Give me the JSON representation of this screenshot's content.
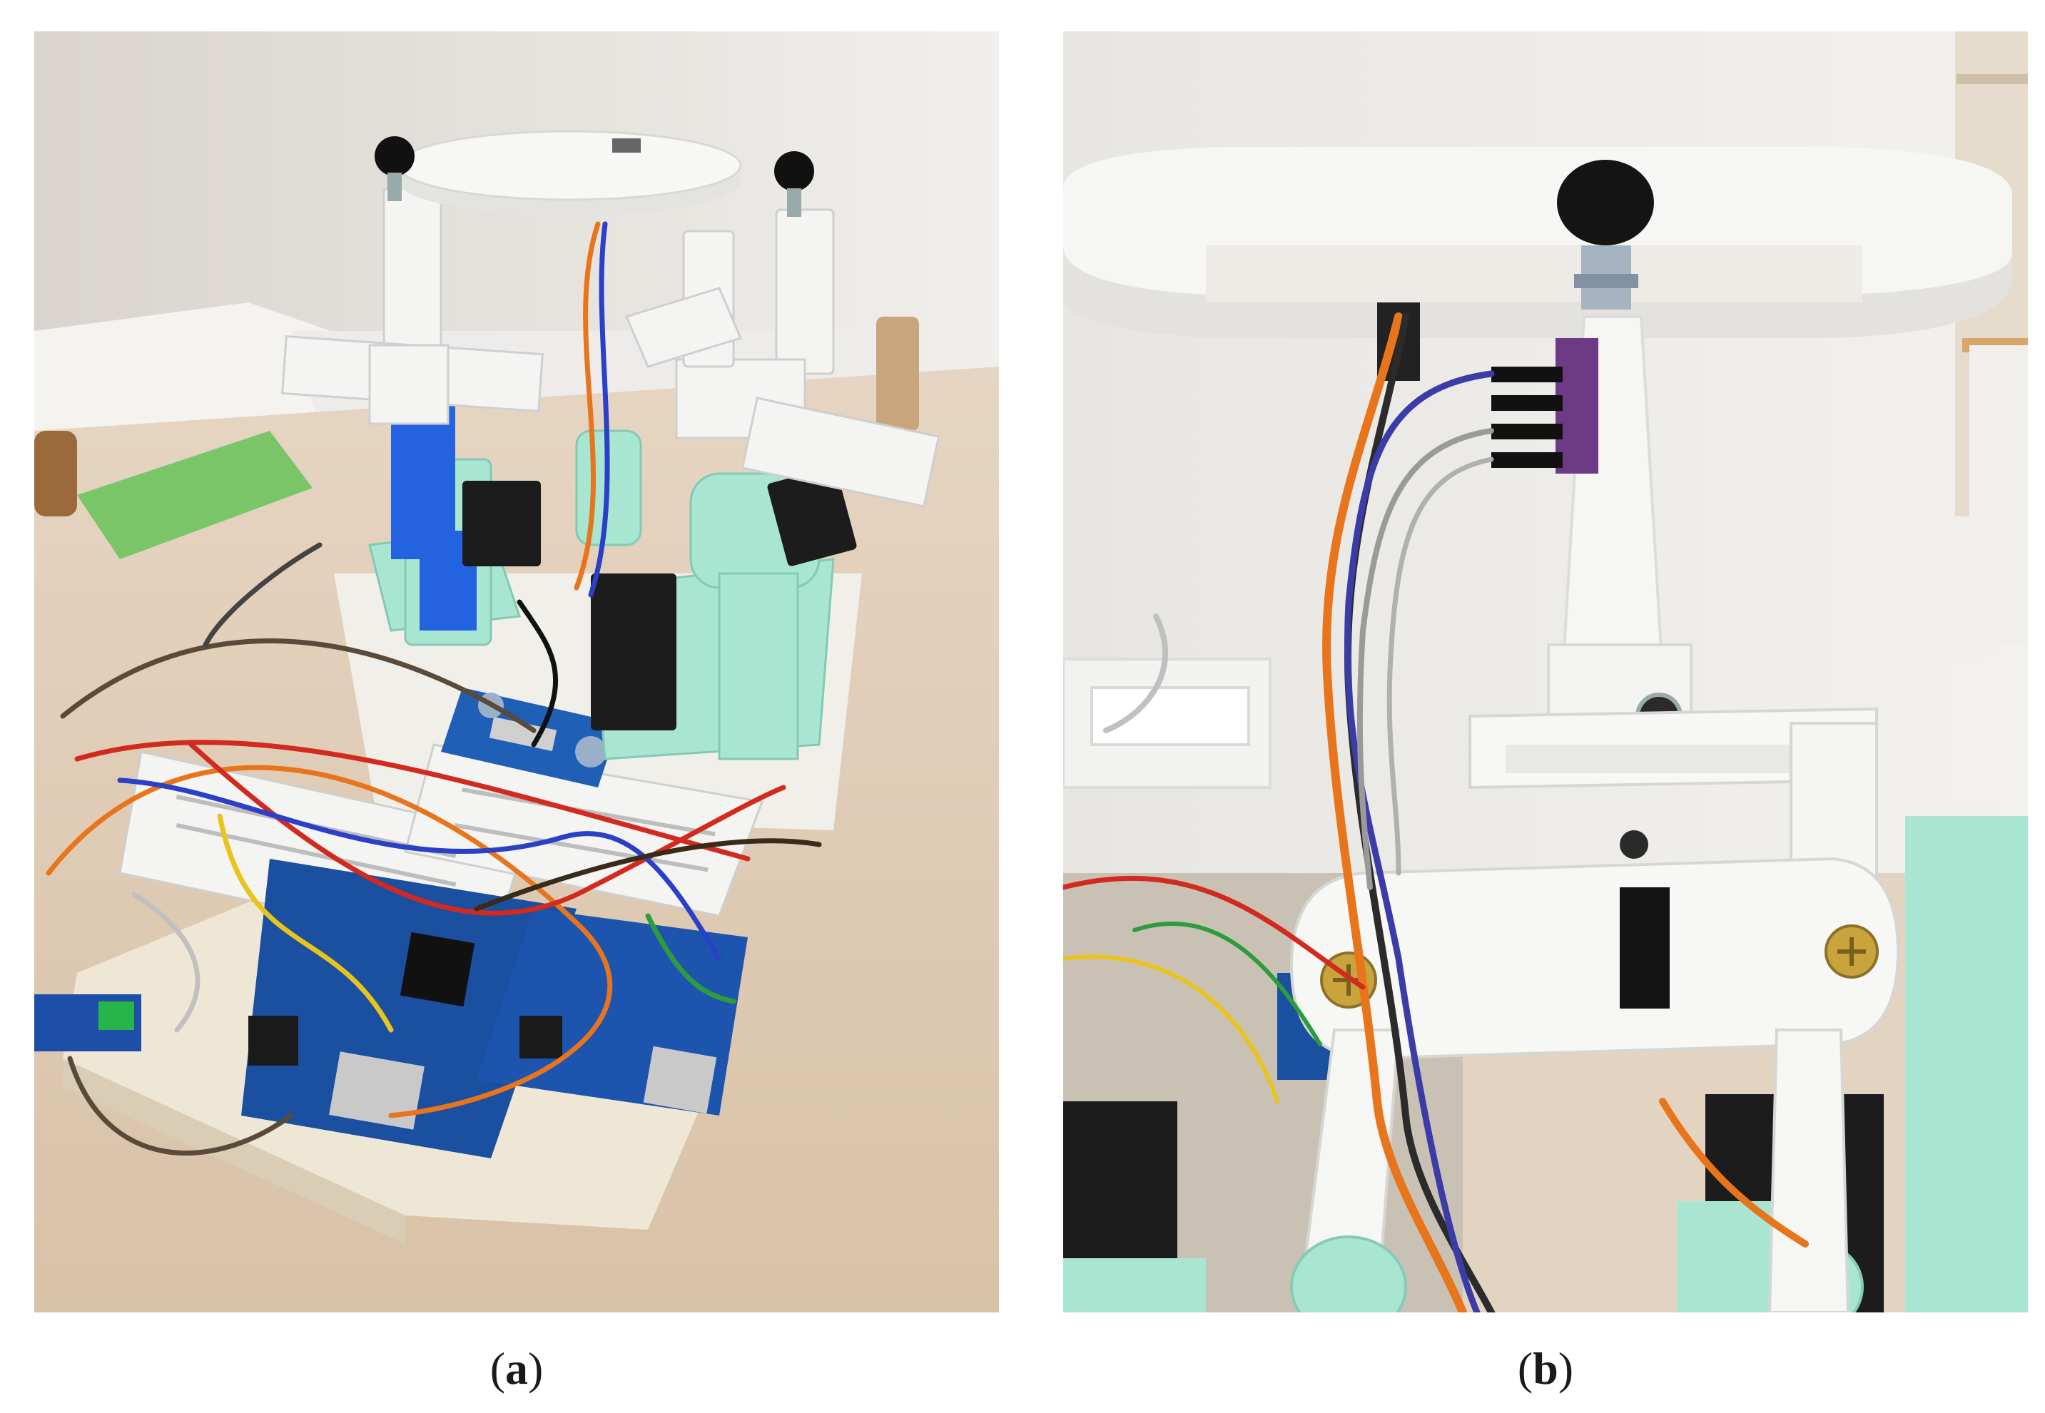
{
  "figure": {
    "panels": [
      {
        "id": "a",
        "label": "a",
        "caption": "(a)"
      },
      {
        "id": "b",
        "label": "b",
        "caption": "(b)"
      }
    ]
  },
  "colors": {
    "background": "#ffffff",
    "desk": "#dfcdb8",
    "wall": "#ece9e6",
    "platform_white": "#f4f4f2",
    "mint_parts": "#a8e6d2",
    "arduino_blue": "#1b4fa0",
    "servo_black": "#1c1c1c",
    "wire_orange": "#e8751c",
    "wire_red": "#d22a1f",
    "wire_blue": "#2b3fc7",
    "blue_part": "#2363e0",
    "brass_screw": "#c9a33b"
  }
}
